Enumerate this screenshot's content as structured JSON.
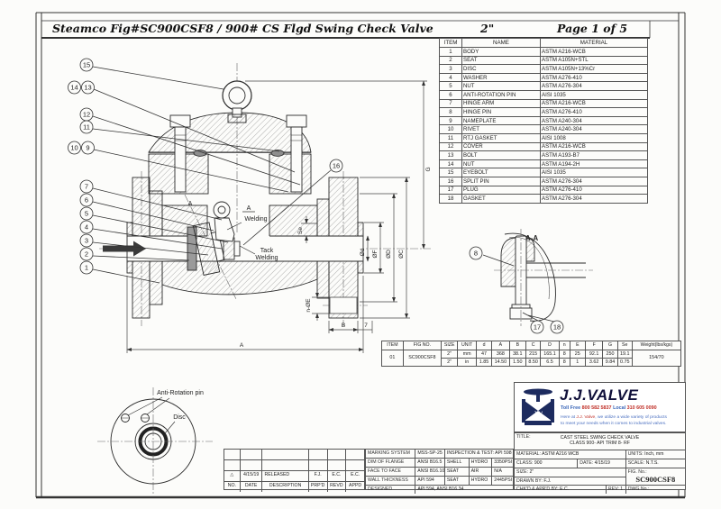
{
  "sheet": {
    "title": "Steamco Fig#SC900CSF8 / 900# CS Flgd Swing Check Valve",
    "size": "2\"",
    "page": "Page 1 of 5"
  },
  "parts_table": {
    "headers": [
      "ITEM",
      "NAME",
      "MATERIAL"
    ],
    "rows": [
      [
        "1",
        "BODY",
        "ASTM A216-WCB"
      ],
      [
        "2",
        "SEAT",
        "ASTM A105N+STL"
      ],
      [
        "3",
        "DISC",
        "ASTM A105N+13%Cr"
      ],
      [
        "4",
        "WASHER",
        "ASTM A276-410"
      ],
      [
        "5",
        "NUT",
        "ASTM A276-304"
      ],
      [
        "6",
        "ANTI-ROTATION PIN",
        "AISI 1035"
      ],
      [
        "7",
        "HINGE ARM",
        "ASTM A216-WCB"
      ],
      [
        "8",
        "HINGE PIN",
        "ASTM A276-410"
      ],
      [
        "9",
        "NAMEPLATE",
        "ASTM A240-304"
      ],
      [
        "10",
        "RIVET",
        "ASTM A240-304"
      ],
      [
        "11",
        "RTJ GASKET",
        "AISI 1008"
      ],
      [
        "12",
        "COVER",
        "ASTM A216-WCB"
      ],
      [
        "13",
        "BOLT",
        "ASTM A193-B7"
      ],
      [
        "14",
        "NUT",
        "ASTM A194-2H"
      ],
      [
        "15",
        "EYEBOLT",
        "AISI 1035"
      ],
      [
        "16",
        "SPLIT PIN",
        "ASTM A276-304"
      ],
      [
        "17",
        "PLUG",
        "ASTM A276-410"
      ],
      [
        "18",
        "GASKET",
        "ASTM A276-304"
      ]
    ]
  },
  "dim_table": {
    "headers": [
      "ITEM",
      "FIG NO.",
      "SIZE",
      "UNIT",
      "d",
      "A",
      "B",
      "C",
      "D",
      "n",
      "E",
      "F",
      "G",
      "Se",
      "Weight(lbs/kgs)"
    ],
    "item": "01",
    "fig_no": "SC900CSF8",
    "weight": "154/70",
    "rows": [
      [
        "2\"",
        "mm",
        "47",
        "368",
        "38.1",
        "215",
        "165.1",
        "8",
        "25",
        "92.1",
        "250",
        "19.1"
      ],
      [
        "2\"",
        "in",
        "1.85",
        "14.50",
        "1.50",
        "8.50",
        "6.5",
        "8",
        "1",
        "3.62",
        "9.84",
        "0.75"
      ]
    ]
  },
  "drawing": {
    "balloons": {
      "b1": "1",
      "b2": "2",
      "b3": "3",
      "b4": "4",
      "b5": "5",
      "b6": "6",
      "b7": "7",
      "b8": "8",
      "b9": "9",
      "b10": "10",
      "b11": "11",
      "b12": "12",
      "b13": "13",
      "b14": "14",
      "b15": "15",
      "b16": "16",
      "b17": "17",
      "b18": "18"
    },
    "labels": {
      "section_a_left": "A",
      "section_a_right": "A",
      "welding": "Welding",
      "tack_line1": "Tack",
      "tack_line2": "Welding",
      "section_view": "A-A"
    },
    "dims": {
      "G": "G",
      "d": "Ød",
      "F": "ØF",
      "D": "ØD",
      "C": "ØC",
      "Se": "Se",
      "nE": "n-ØE",
      "B": "B",
      "seven": "7",
      "A": "A"
    },
    "detail": {
      "anti_rotation_pin": "Anti-Rotation pin",
      "disc": "Disc"
    }
  },
  "logo": {
    "brand": "J.J.VALVE",
    "phone_label1": "Toll Free",
    "phone1": "800 582 5837",
    "phone_label2": "Local",
    "phone2": "310 605 0090",
    "tagline_pre": "Here at ",
    "tagline_brand": "J.J. Valve",
    "tagline_rest": ", we utilize a wide variety of products",
    "tagline_line2": "to meet your needs when it comes to industrial valves."
  },
  "revision_block": {
    "headers": [
      "NO.",
      "DATE",
      "DESCRIPTION",
      "PRP'D",
      "REVD",
      "APPD"
    ],
    "row": {
      "no": "△",
      "date": "4/15/19",
      "description": "RELEASED",
      "prpd": "F.J.",
      "revd": "E.C.",
      "appd": "E.C."
    }
  },
  "standards_block": {
    "marking_label": "MARKING SYSTEM",
    "marking": "MSS-SP-25",
    "inspection": "INSPECTION & TEST: API 598",
    "flange_label": "DIM OF FLANGE",
    "flange": "ANSI B16.5",
    "shell_label": "SHELL",
    "shell_type": "HYDRO",
    "shell_val": "3350PSI",
    "f2f_label": "FACE TO FACE",
    "f2f": "ANSI B16.10",
    "seat1_label": "SEAT",
    "seat1_type": "AIR",
    "seat1_val": "N/A",
    "wall_label": "WALL THICKNESS",
    "wall": "API 594",
    "seat2_label": "SEAT",
    "seat2_type": "HYDRO",
    "seat2_val": "2445PSI",
    "designed_label": "DESIGNED",
    "designed": "API 594, ANSI B16.34"
  },
  "title_block": {
    "title_label": "TITLE:",
    "title_line1": "CAST STEEL SWING CHECK VALVE",
    "title_line2": "CLASS 900- API TRIM 8- RF",
    "material_label": "MATERIAL:",
    "material": "ASTM A216 WCB",
    "units_label": "UNITS:",
    "units": "Inch, mm",
    "class_label": "CLASS:",
    "class_val": "900",
    "date_label": "DATE:",
    "date": "4/15/19",
    "scale_label": "SCALE:",
    "scale": "N.T.S.",
    "size_label": "SIZE:",
    "size": "2\"",
    "fig_label": "FIG. No.:",
    "fig_no": "SC900CSF8",
    "drawn_label": "DRAWN BY:",
    "drawn": "F.J.",
    "chkd_label": "CHK'D & APR'D BY:",
    "chkd": "E.C.",
    "rev_label": "REV:",
    "rev": "1",
    "dwg_label": "DWG No.:"
  }
}
